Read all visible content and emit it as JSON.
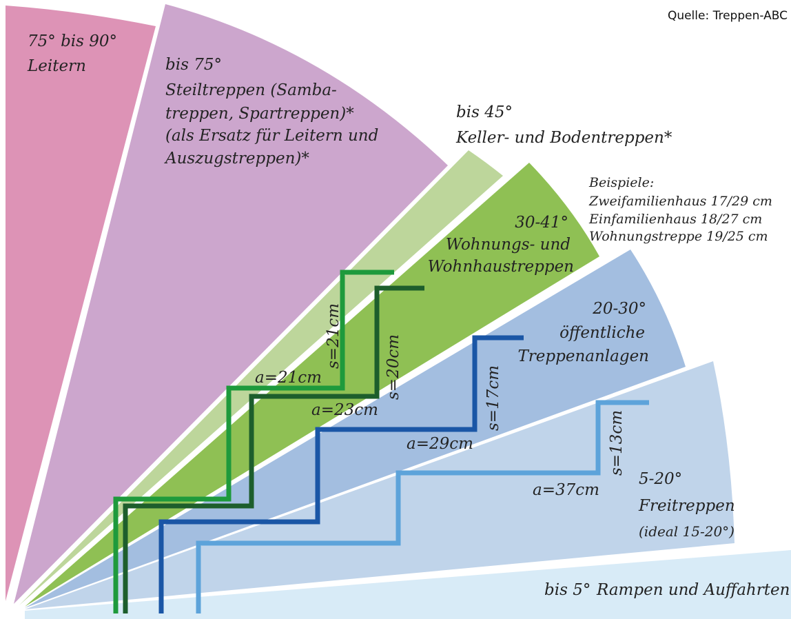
{
  "source": "Quelle: Treppen-ABC",
  "wedges": [
    {
      "range": "75° bis 90°",
      "lines": [
        "Leitern"
      ],
      "color": "#dd93b6"
    },
    {
      "range": "bis 75°",
      "lines": [
        "Steiltreppen (Samba-",
        "treppen, Spartreppen)*",
        "(als Ersatz  für Leitern und",
        "Auszugstreppen)*"
      ],
      "color": "#cca6cd"
    },
    {
      "range": "bis 45°",
      "lines": [
        "Keller- und Bodentreppen*"
      ],
      "color": "#bdd69b"
    },
    {
      "range": "30-41°",
      "lines": [
        "Wohnungs- und",
        "Wohnhaustreppen"
      ],
      "color": "#8fc054"
    },
    {
      "range": "20-30°",
      "lines": [
        "öffentliche",
        "Treppenanlagen"
      ],
      "color": "#a3bee0"
    },
    {
      "range": "5-20°",
      "lines": [
        "Freitreppen",
        "(ideal 15-20°)"
      ],
      "color": "#c0d4ea"
    },
    {
      "range": "bis 5°",
      "lines": [
        "Rampen und Auffahrten"
      ],
      "color": "#d8ebf7"
    }
  ],
  "examples": {
    "heading": "Beispiele:",
    "items": [
      "Zweifamilienhaus 17/29 cm",
      "Einfamilienhaus  18/27 cm",
      "Wohnungstreppe 19/25 cm"
    ]
  },
  "stairs": [
    {
      "tread": "a=21cm",
      "riser": "s=21cm",
      "color": "#1e9a3c"
    },
    {
      "tread": "a=23cm",
      "riser": "s=20cm",
      "color": "#1d5e2c"
    },
    {
      "tread": "a=29cm",
      "riser": "s=17cm",
      "color": "#1a56a6"
    },
    {
      "tread": "a=37cm",
      "riser": "s=13cm",
      "color": "#5da3da"
    }
  ]
}
